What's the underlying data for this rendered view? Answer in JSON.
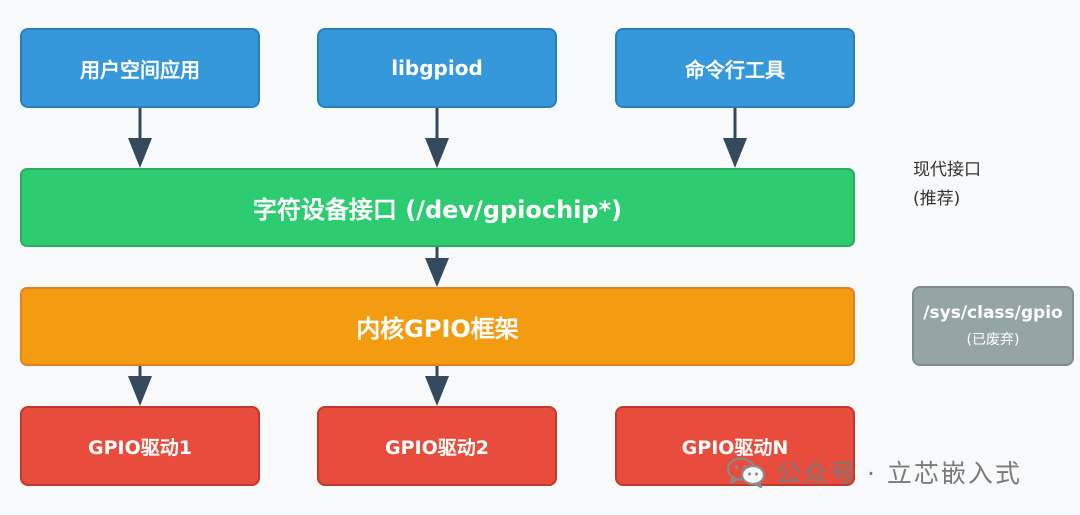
{
  "top_row": {
    "user_app": "用户空间应用",
    "libgpiod": "libgpiod",
    "cli_tools": "命令行工具"
  },
  "char_device": "字符设备接口 (/dev/gpiochip*)",
  "kernel_framework": "内核GPIO框架",
  "drivers": {
    "driver1": "GPIO驱动1",
    "driver2": "GPIO驱动2",
    "driverN": "GPIO驱动N"
  },
  "modern_note": {
    "line1": "现代接口",
    "line2": "(推荐)"
  },
  "sysfs": {
    "path": "/sys/class/gpio",
    "status": "(已废弃)"
  },
  "watermark": "公众号 · 立芯嵌入式",
  "colors": {
    "user_layer": "#3498db",
    "char_device": "#2ecc71",
    "kernel": "#f39c12",
    "driver": "#e74c3c",
    "deprecated": "#95a5a6",
    "arrow": "#34495e"
  }
}
